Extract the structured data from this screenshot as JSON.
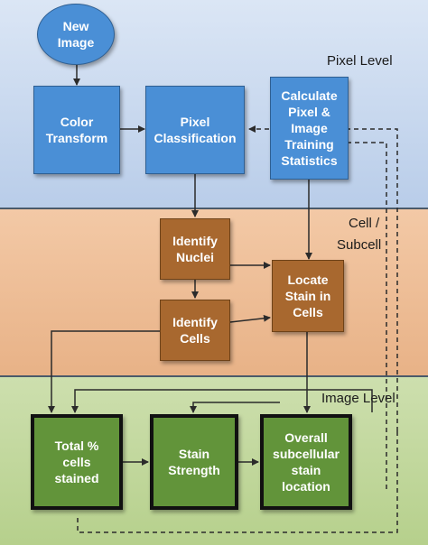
{
  "bands": {
    "pixel": {
      "label": "Pixel Level"
    },
    "cell": {
      "label_line1": "Cell /",
      "label_line2": "Subcell"
    },
    "image": {
      "label": "Image Level"
    }
  },
  "nodes": {
    "new_image": {
      "line1": "New",
      "line2": "Image"
    },
    "color_transform": {
      "line1": "Color",
      "line2": "Transform"
    },
    "pixel_classification": {
      "line1": "Pixel",
      "line2": "Classification"
    },
    "training_stats": {
      "line1": "Calculate",
      "line2": "Pixel &",
      "line3": "Image",
      "line4": "Training",
      "line5": "Statistics"
    },
    "identify_nuclei": {
      "line1": "Identify",
      "line2": "Nuclei"
    },
    "identify_cells": {
      "line1": "Identify",
      "line2": "Cells"
    },
    "locate_stain": {
      "line1": "Locate",
      "line2": "Stain in",
      "line3": "Cells"
    },
    "total_cells_stained": {
      "line1": "Total %",
      "line2": "cells",
      "line3": "stained"
    },
    "stain_strength": {
      "line1": "Stain",
      "line2": "Strength"
    },
    "overall_location": {
      "line1": "Overall",
      "line2": "subcellular",
      "line3": "stain",
      "line4": "location"
    }
  },
  "colors": {
    "pixel_band": "#c7d7ee",
    "cell_band": "#eebd94",
    "image_band": "#c2d79e",
    "pixel_node": "#4a8fd6",
    "cell_node": "#a8682f",
    "image_node": "#62943a",
    "arrow": "#2b2b2b"
  }
}
